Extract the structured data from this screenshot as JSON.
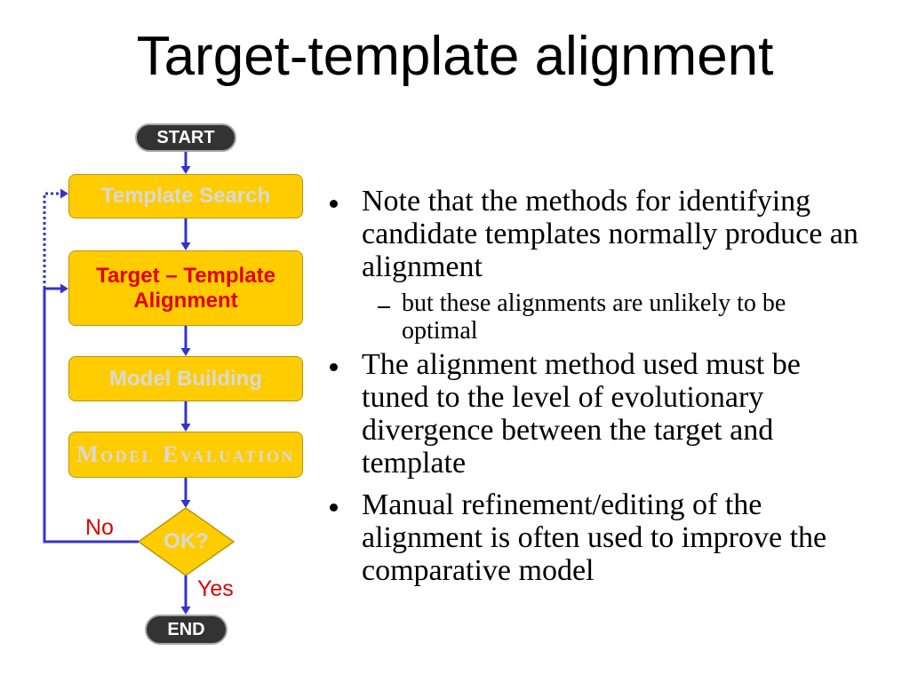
{
  "slide": {
    "title": "Target-template alignment"
  },
  "flowchart": {
    "start": "START",
    "steps": [
      {
        "label": "Template Search",
        "highlighted": false
      },
      {
        "label": "Target – Template Alignment",
        "highlighted": true
      },
      {
        "label": "Model Building",
        "highlighted": false
      },
      {
        "label": "Model Evaluation",
        "highlighted": false
      }
    ],
    "decision": "OK?",
    "no_label": "No",
    "yes_label": "Yes",
    "end": "END",
    "colors": {
      "box_fill": "#FFCC00",
      "terminal_fill": "#333333",
      "connector": "#3333CC",
      "highlight_text": "#E00000",
      "muted_text": "#D9D9D9"
    }
  },
  "bullets": [
    {
      "text": "Note that the methods for identifying candidate templates normally produce an alignment",
      "sub": [
        "but these alignments are unlikely to be optimal"
      ]
    },
    {
      "text": "The alignment method used must be tuned to the level of evolutionary divergence between the target and template"
    },
    {
      "text": "Manual refinement/editing of the alignment is often used to improve the comparative model"
    }
  ]
}
